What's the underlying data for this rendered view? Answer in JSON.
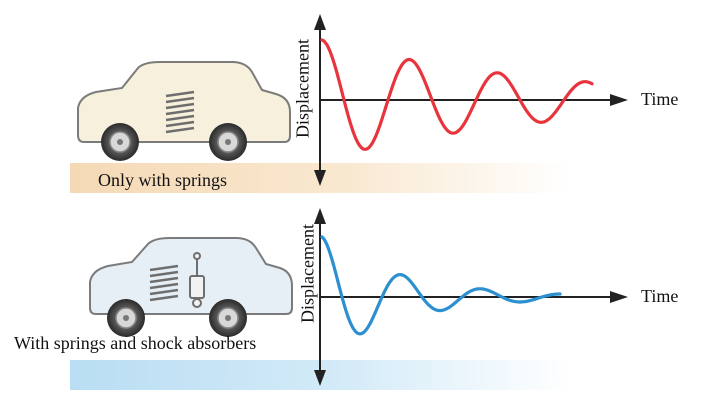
{
  "panels": [
    {
      "caption": "Only with springs",
      "ylabel": "Displacement",
      "xlabel": "Time",
      "curve_color": "#e8343c",
      "band_color": "#f7dfbf",
      "car_body_color": "#f6f0dc",
      "damping": "low",
      "car_icon": "car-with-spring-icon"
    },
    {
      "caption": "With springs and shock absorbers",
      "ylabel": "Displacement",
      "xlabel": "Time",
      "curve_color": "#2b8fd0",
      "band_color": "#bfe0f4",
      "car_body_color": "#e6eef6",
      "damping": "high",
      "car_icon": "car-with-spring-and-shock-absorber-icon"
    }
  ]
}
